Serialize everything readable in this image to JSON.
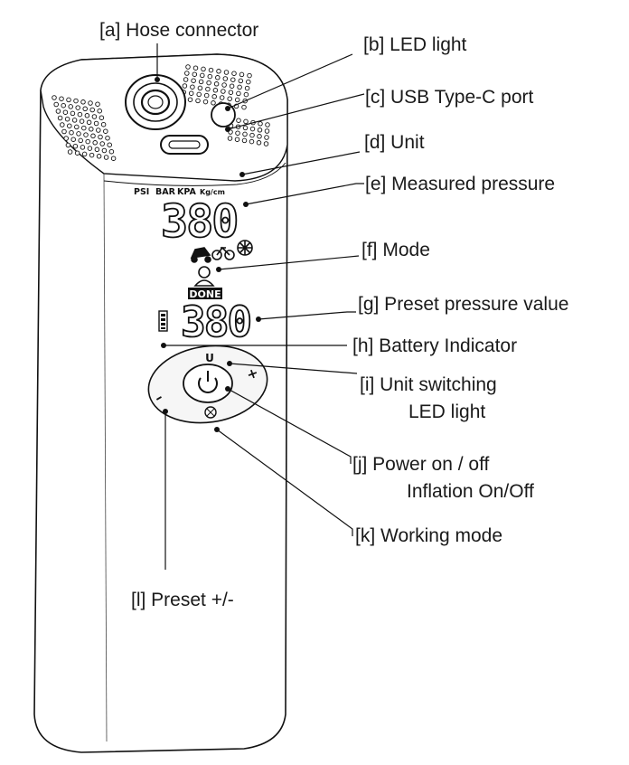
{
  "device": {
    "unit_options": [
      "PSI",
      "BAR",
      "KPA",
      "Kg/cm"
    ],
    "measured_reading": "380",
    "preset_reading": "380",
    "done_badge": "DONE",
    "unit_button_symbol": "U",
    "plus_symbol": "+",
    "minus_symbol": "–",
    "mode_icons": [
      "car-icon",
      "bicycle-icon",
      "ball-icon",
      "other-mode-icon"
    ],
    "colors": {
      "outline": "#111111",
      "body": "#ffffff",
      "panel_fill": "#f2f2f2"
    }
  },
  "labels": {
    "a": "[a] Hose connector",
    "b": "[b] LED light",
    "c": "[c] USB Type-C port",
    "d": "[d] Unit",
    "e": "[e] Measured pressure",
    "f": "[f] Mode",
    "g": "[g] Preset pressure value",
    "h": "[h] Battery Indicator",
    "i_1": "[i] Unit switching",
    "i_2": "LED light",
    "j_1": "[j] Power on / off",
    "j_2": "Inflation On/Off",
    "k": "[k]  Working mode",
    "l": "[l] Preset +/-"
  }
}
